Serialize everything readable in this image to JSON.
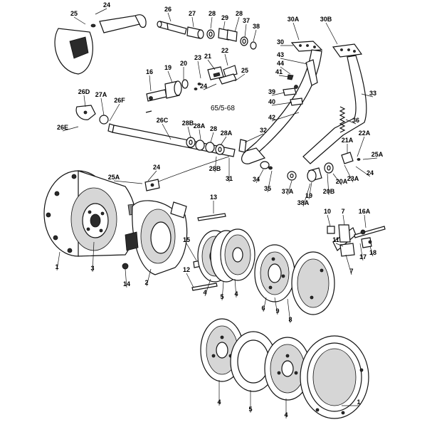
{
  "diagram": {
    "note": "65/5-68",
    "callouts": [
      "24",
      "25",
      "26",
      "27",
      "28",
      "29",
      "28",
      "37",
      "38",
      "30A",
      "30B",
      "30",
      "43",
      "44",
      "41",
      "39",
      "40",
      "42",
      "33",
      "36",
      "22",
      "21",
      "23",
      "20",
      "19",
      "16",
      "25",
      "24",
      "26D",
      "27A",
      "26F",
      "26E",
      "26C",
      "28B",
      "28A",
      "28",
      "28A",
      "32",
      "28B",
      "31",
      "34",
      "35",
      "37A",
      "38A",
      "19",
      "20B",
      "20A",
      "23A",
      "21A",
      "22A",
      "25A",
      "24",
      "24",
      "25A",
      "13",
      "10",
      "7",
      "16A",
      "11",
      "17",
      "18",
      "7",
      "15",
      "12",
      "1",
      "3",
      "14",
      "2",
      "4",
      "5",
      "4",
      "6",
      "9",
      "8",
      "4",
      "5",
      "4",
      "1"
    ]
  }
}
